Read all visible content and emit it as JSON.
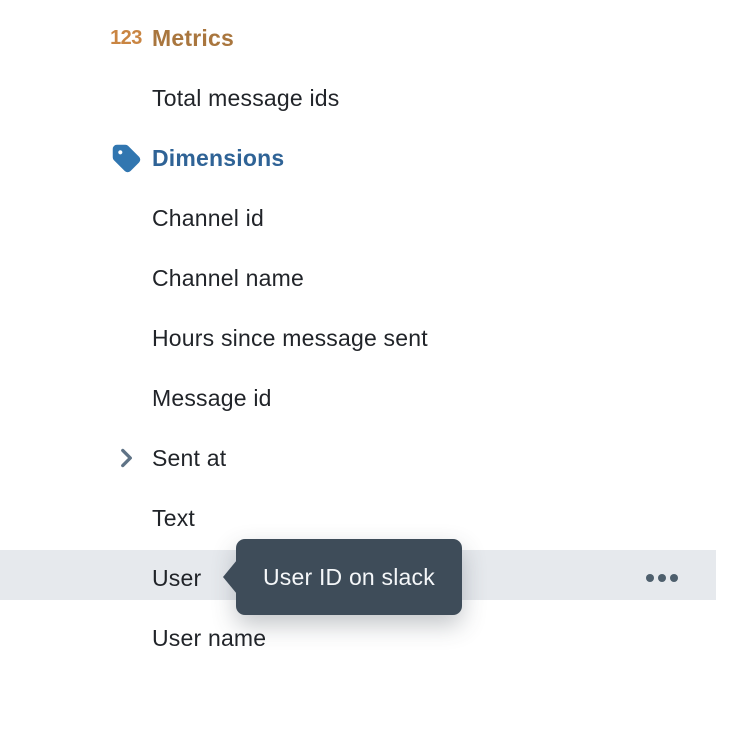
{
  "palette": {
    "background": "#FFFFFF",
    "metrics_header_text": "#A9763E",
    "metrics_icon": "#C98542",
    "dimensions_header_text": "#2F6396",
    "dimensions_icon": "#3176B0",
    "item_text": "#212429",
    "highlight_row_bg": "#E6E9ED",
    "tooltip_bg": "#3E4C59",
    "tooltip_text": "#F5F7F9",
    "chevron_icon": "#5F7386",
    "ellipsis_icon": "#4E5F6D"
  },
  "icons": {
    "metrics_icon_label": "123",
    "dimensions_icon": "tag-icon",
    "expand_icon": "chevron-right-icon",
    "row_menu_icon": "ellipsis-icon"
  },
  "rows": [
    {
      "label": "Metrics"
    },
    {
      "label": "Total message ids"
    },
    {
      "label": "Dimensions"
    },
    {
      "label": "Channel id"
    },
    {
      "label": "Channel name"
    },
    {
      "label": "Hours since message sent"
    },
    {
      "label": "Message id"
    },
    {
      "label": "Sent at"
    },
    {
      "label": "Text"
    },
    {
      "label": "User"
    },
    {
      "label": "User name"
    }
  ],
  "tooltip": {
    "text": "User ID on slack"
  }
}
